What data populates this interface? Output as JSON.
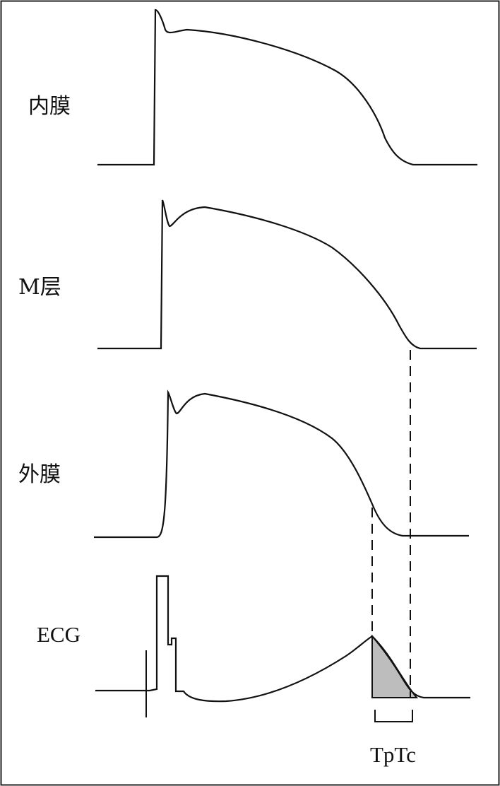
{
  "labels": {
    "endocardium": "内膜",
    "m_layer": "M层",
    "epicardium": "外膜",
    "ecg": "ECG",
    "interval": "TpTc"
  },
  "colors": {
    "trace": "#111111",
    "border": "#222222",
    "shaded_area": "#bdbdbd",
    "background": "#ffffff"
  }
}
